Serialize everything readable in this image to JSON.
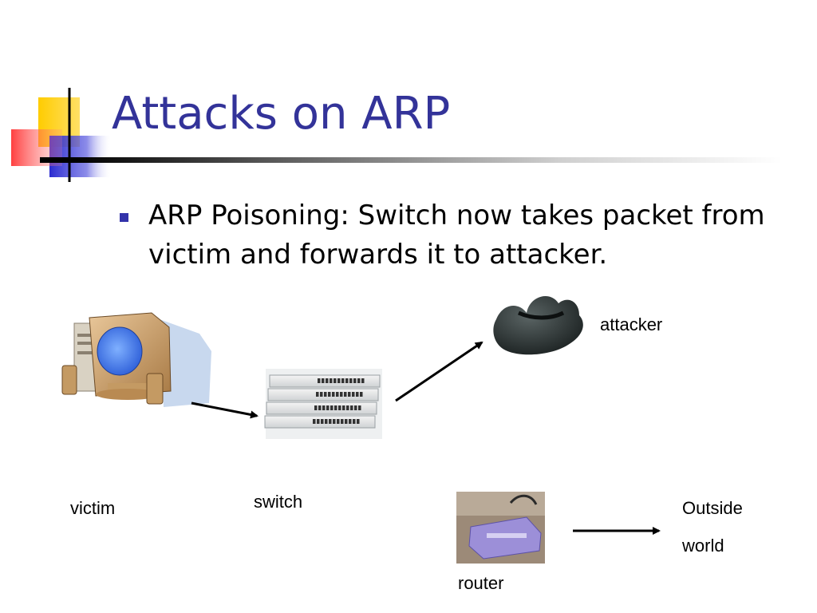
{
  "slide": {
    "title": "Attacks on ARP",
    "bullet": "ARP Poisoning: Switch now takes packet from victim and forwards it to attacker."
  },
  "diagram": {
    "nodes": {
      "victim": "victim",
      "switch": "switch",
      "attacker": "attacker",
      "router": "router",
      "outside_line1": "Outside",
      "outside_line2": "world"
    },
    "icons": {
      "victim": "desktop-computer-icon",
      "switch": "network-switch-icon",
      "attacker": "cowboy-hat-icon",
      "router": "router-photo"
    },
    "arrows": [
      {
        "from": "victim",
        "to": "switch"
      },
      {
        "from": "switch",
        "to": "attacker"
      },
      {
        "from": "router",
        "to": "outside_world"
      }
    ]
  },
  "colors": {
    "title": "#333399",
    "bullet_marker": "#3333aa",
    "deco_yellow": "#ffcc00",
    "deco_red": "#ff3333",
    "deco_blue": "#3333cc"
  }
}
